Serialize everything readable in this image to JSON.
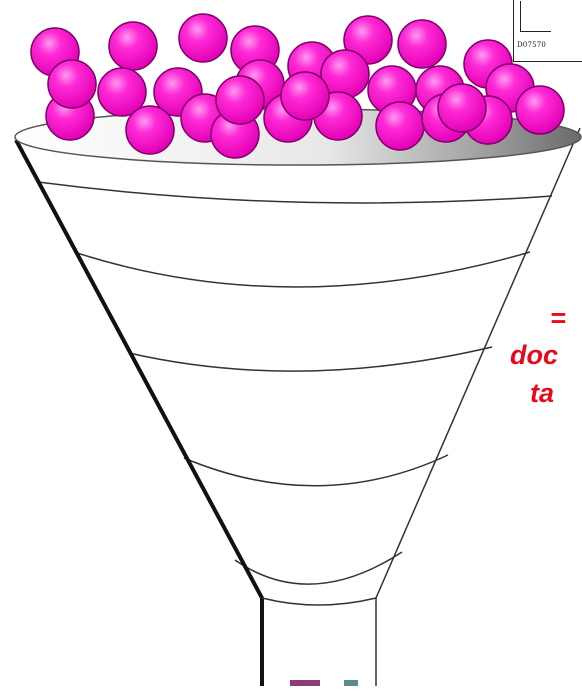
{
  "document_thumbnail": {
    "code": "D07570"
  },
  "callout": {
    "line1": "=",
    "line2": "doc",
    "line3": "ta"
  },
  "colors": {
    "ball_fill": "#ff00cc",
    "ball_outline": "#7a006a",
    "funnel_line": "#222222",
    "callout_text": "#e8091b"
  },
  "ball_count": 29
}
